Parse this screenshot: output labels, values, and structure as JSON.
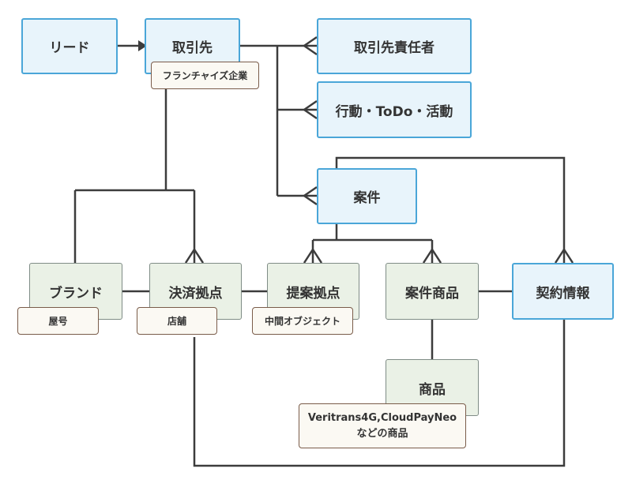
{
  "entities": {
    "lead": "リード",
    "account": "取引先",
    "contact": "取引先責任者",
    "activity": "行動・ToDo・活動",
    "opportunity": "案件",
    "brand": "ブランド",
    "settlement_site": "決済拠点",
    "proposal_site": "提案拠点",
    "opportunity_product": "案件商品",
    "contract_info": "契約情報",
    "product": "商品"
  },
  "notes": {
    "franchise": "フランチャイズ企業",
    "trade_name": "屋号",
    "store": "店舗",
    "intermediate": "中間オブジェクト",
    "product_line1": "Veritrans4G,CloudPayNeo",
    "product_line2": "などの商品"
  },
  "colors": {
    "line": "#3c3c3c",
    "blue_border": "#4aa6d8",
    "green_border": "#7f8c86",
    "note_border": "#7a5c4a"
  }
}
